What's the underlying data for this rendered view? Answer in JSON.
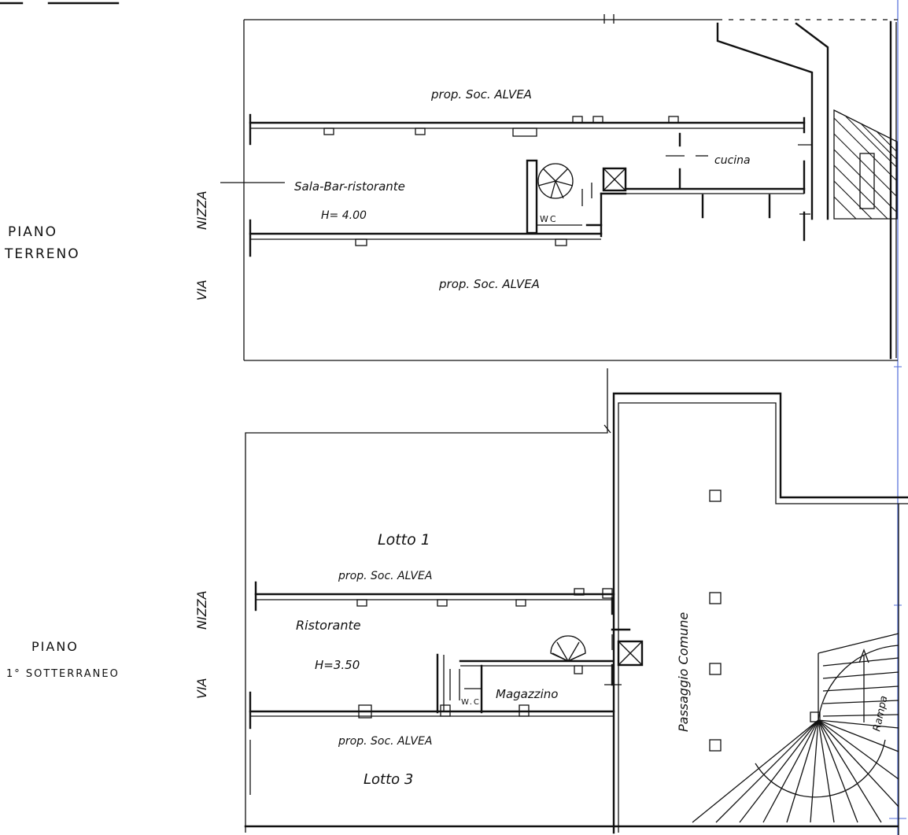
{
  "ground_floor": {
    "floor_label_line1": "PIANO",
    "floor_label_line2": "TERRENO",
    "street_via": "VIA",
    "street_nizza": "NIZZA",
    "owner_top": "prop. Soc. ALVEA",
    "owner_bottom": "prop. Soc. ALVEA",
    "room_main": "Sala-Bar-ristorante",
    "room_main_height": "H= 4.00",
    "room_wc": "WC",
    "room_kitchen": "cucina"
  },
  "basement_floor": {
    "floor_label_line1": "PIANO",
    "floor_label_line2": "1° SOTTERRANEO",
    "street_via": "VIA",
    "street_nizza": "NIZZA",
    "lot_top": "Lotto 1",
    "owner_top": "prop. Soc. ALVEA",
    "room_main": "Ristorante",
    "room_main_height": "H=3.50",
    "room_wc": "W.C.",
    "room_storage": "Magazzino",
    "owner_bottom": "prop. Soc. ALVEA",
    "lot_bottom": "Lotto 3",
    "common_passage": "Passaggio Comune",
    "ramp": "Rampa"
  },
  "colors": {
    "ink": "#111111",
    "guide_line": "#4f6bd8",
    "paper": "#ffffff"
  }
}
